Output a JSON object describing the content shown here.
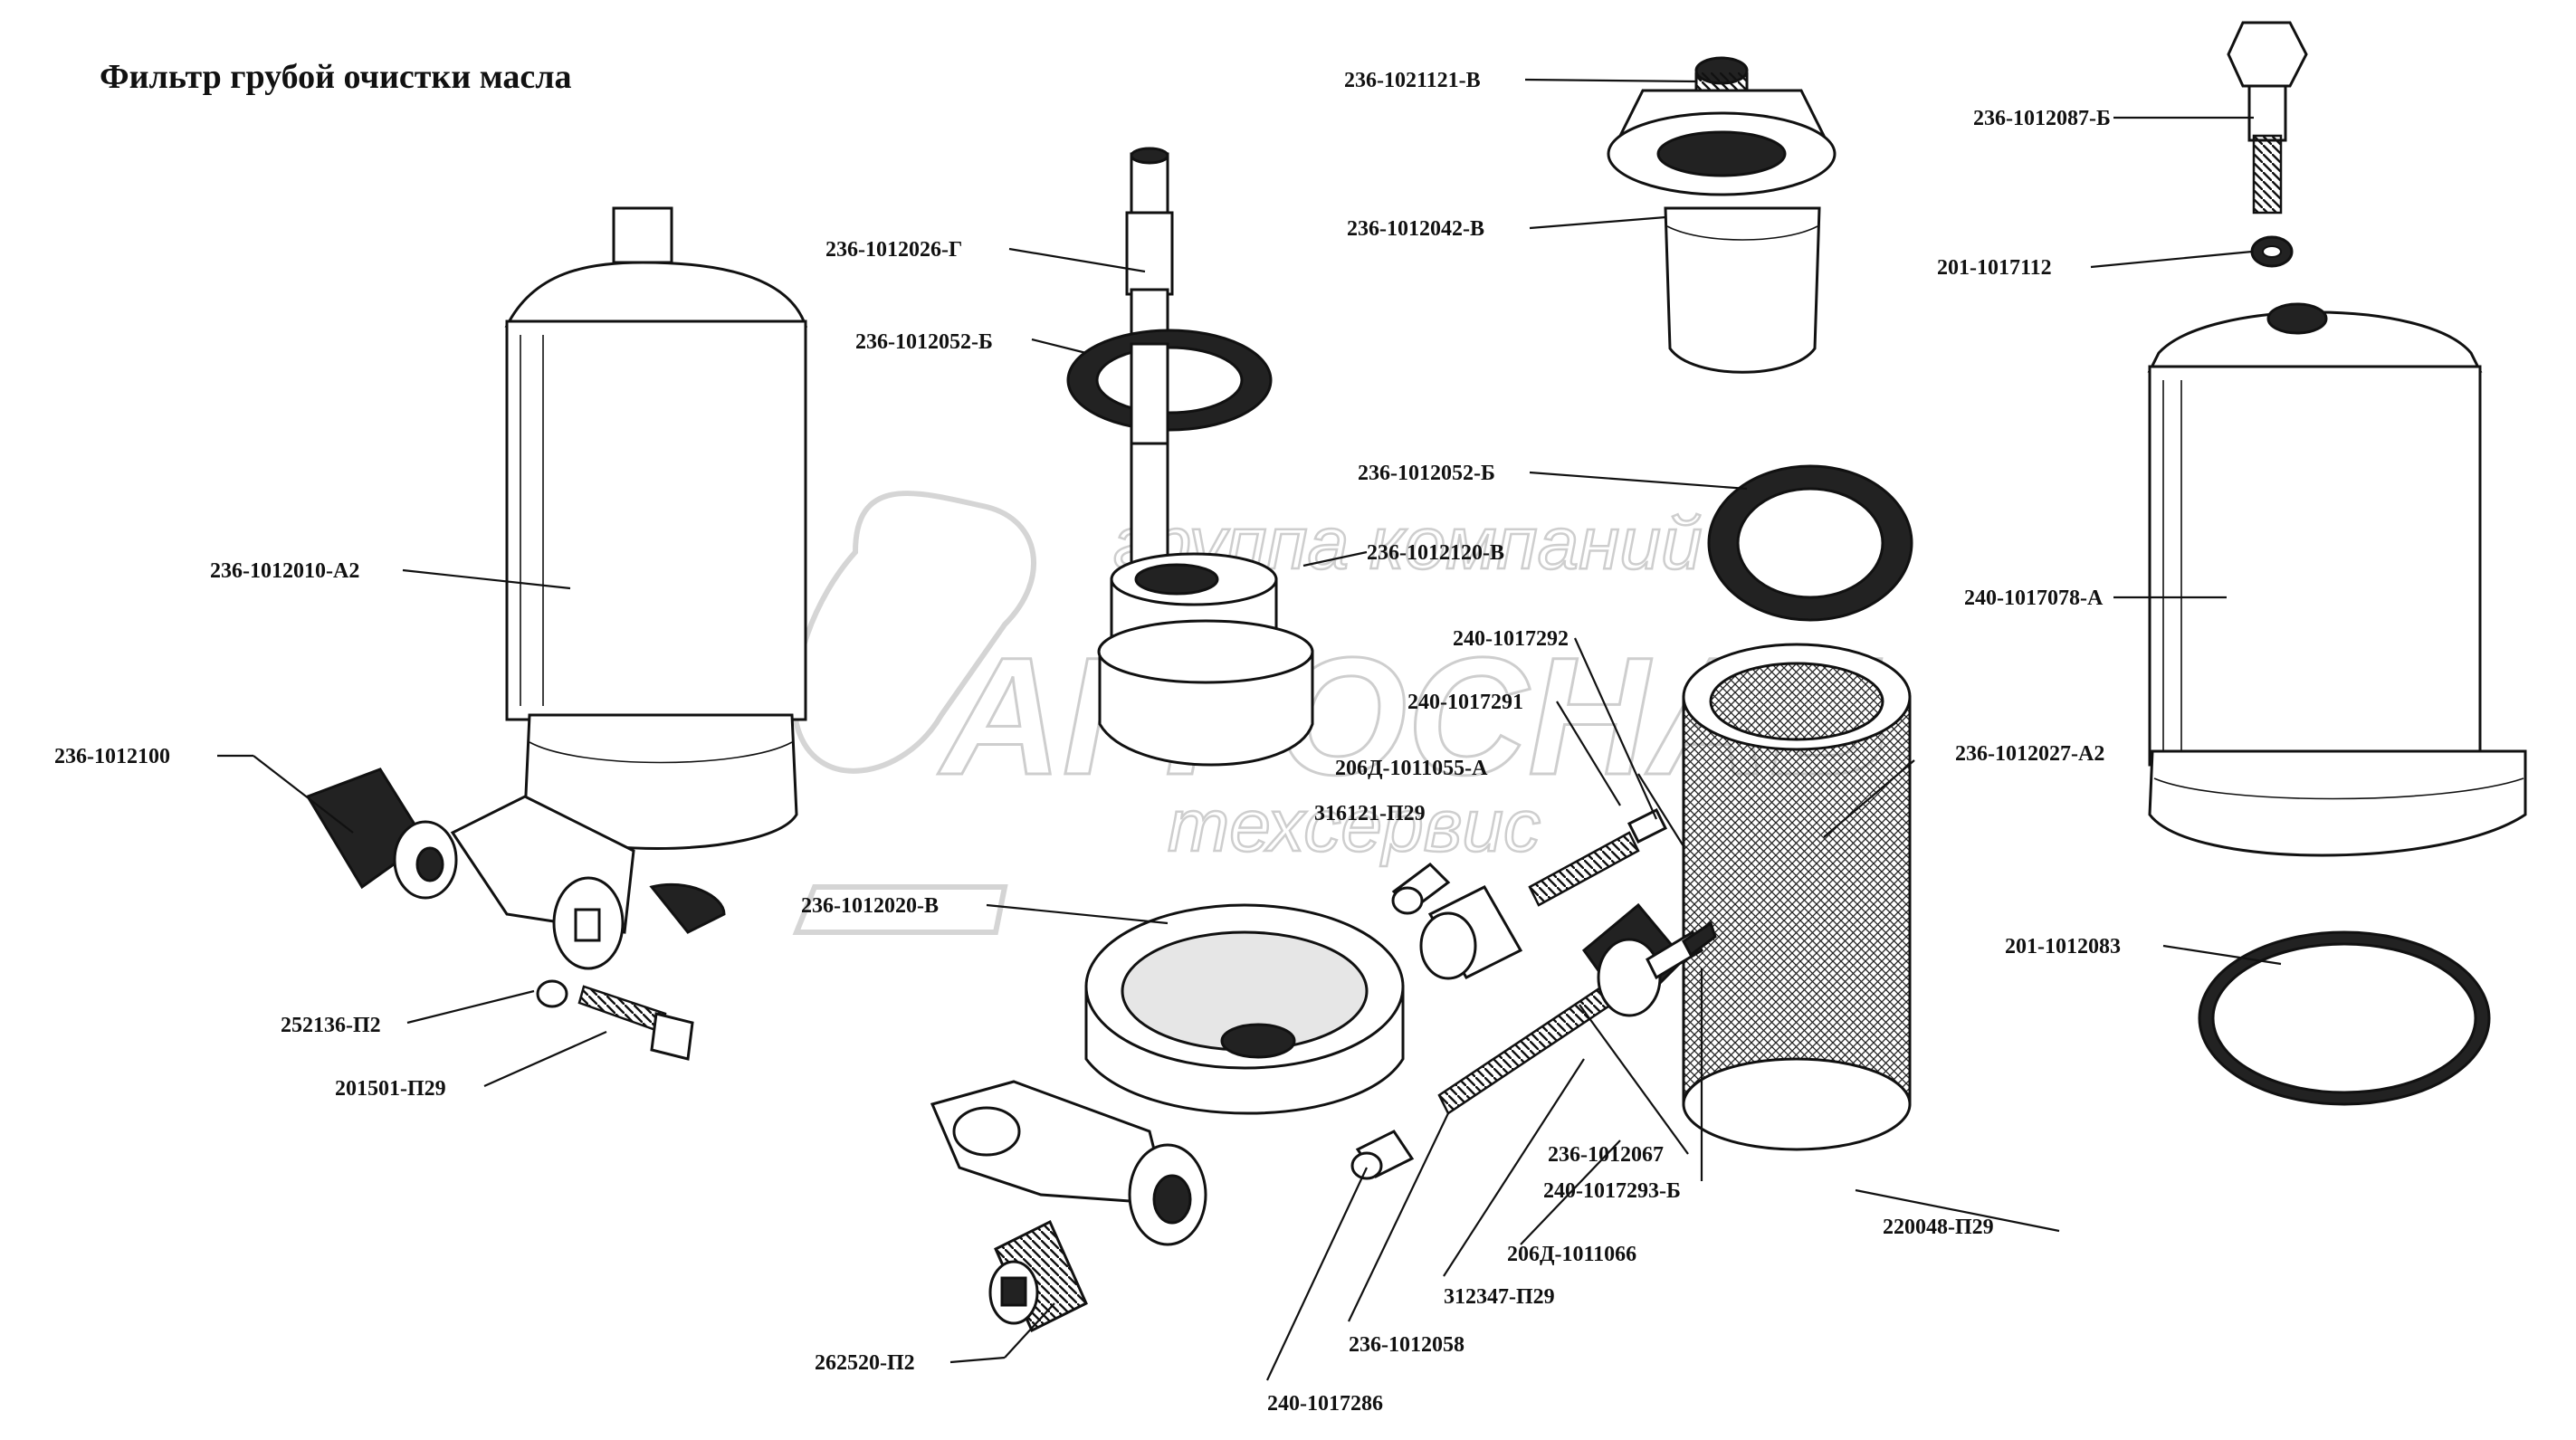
{
  "title": "Фильтр грубой очистки масла",
  "watermark": {
    "line1": "группа компаний",
    "line2": "АГРОСНАБ",
    "line3": "техсервис"
  },
  "labels": [
    {
      "id": "l01",
      "text": "236-1012010-А2"
    },
    {
      "id": "l02",
      "text": "236-1012100"
    },
    {
      "id": "l03",
      "text": "252136-П2"
    },
    {
      "id": "l04",
      "text": "201501-П29"
    },
    {
      "id": "l05",
      "text": "236-1012026-Г"
    },
    {
      "id": "l06",
      "text": "236-1012052-Б"
    },
    {
      "id": "l07",
      "text": "236-1021121-В"
    },
    {
      "id": "l08",
      "text": "236-1012042-В"
    },
    {
      "id": "l09",
      "text": "236-1012087-Б"
    },
    {
      "id": "l10",
      "text": "201-1017112"
    },
    {
      "id": "l11",
      "text": "236-1012052-Б"
    },
    {
      "id": "l12",
      "text": "236-1012120-В"
    },
    {
      "id": "l13",
      "text": "240-1017292"
    },
    {
      "id": "l14",
      "text": "240-1017291"
    },
    {
      "id": "l15",
      "text": "206Д-1011055-А"
    },
    {
      "id": "l16",
      "text": "316121-П29"
    },
    {
      "id": "l17",
      "text": "240-1017078-А"
    },
    {
      "id": "l18",
      "text": "236-1012027-А2"
    },
    {
      "id": "l19",
      "text": "236-1012020-В"
    },
    {
      "id": "l20",
      "text": "201-1012083"
    },
    {
      "id": "l21",
      "text": "236-1012067"
    },
    {
      "id": "l22",
      "text": "240-1017293-Б"
    },
    {
      "id": "l23",
      "text": "220048-П29"
    },
    {
      "id": "l24",
      "text": "206Д-1011066"
    },
    {
      "id": "l25",
      "text": "312347-П29"
    },
    {
      "id": "l26",
      "text": "236-1012058"
    },
    {
      "id": "l27",
      "text": "262520-П2"
    },
    {
      "id": "l28",
      "text": "240-1017286"
    }
  ]
}
